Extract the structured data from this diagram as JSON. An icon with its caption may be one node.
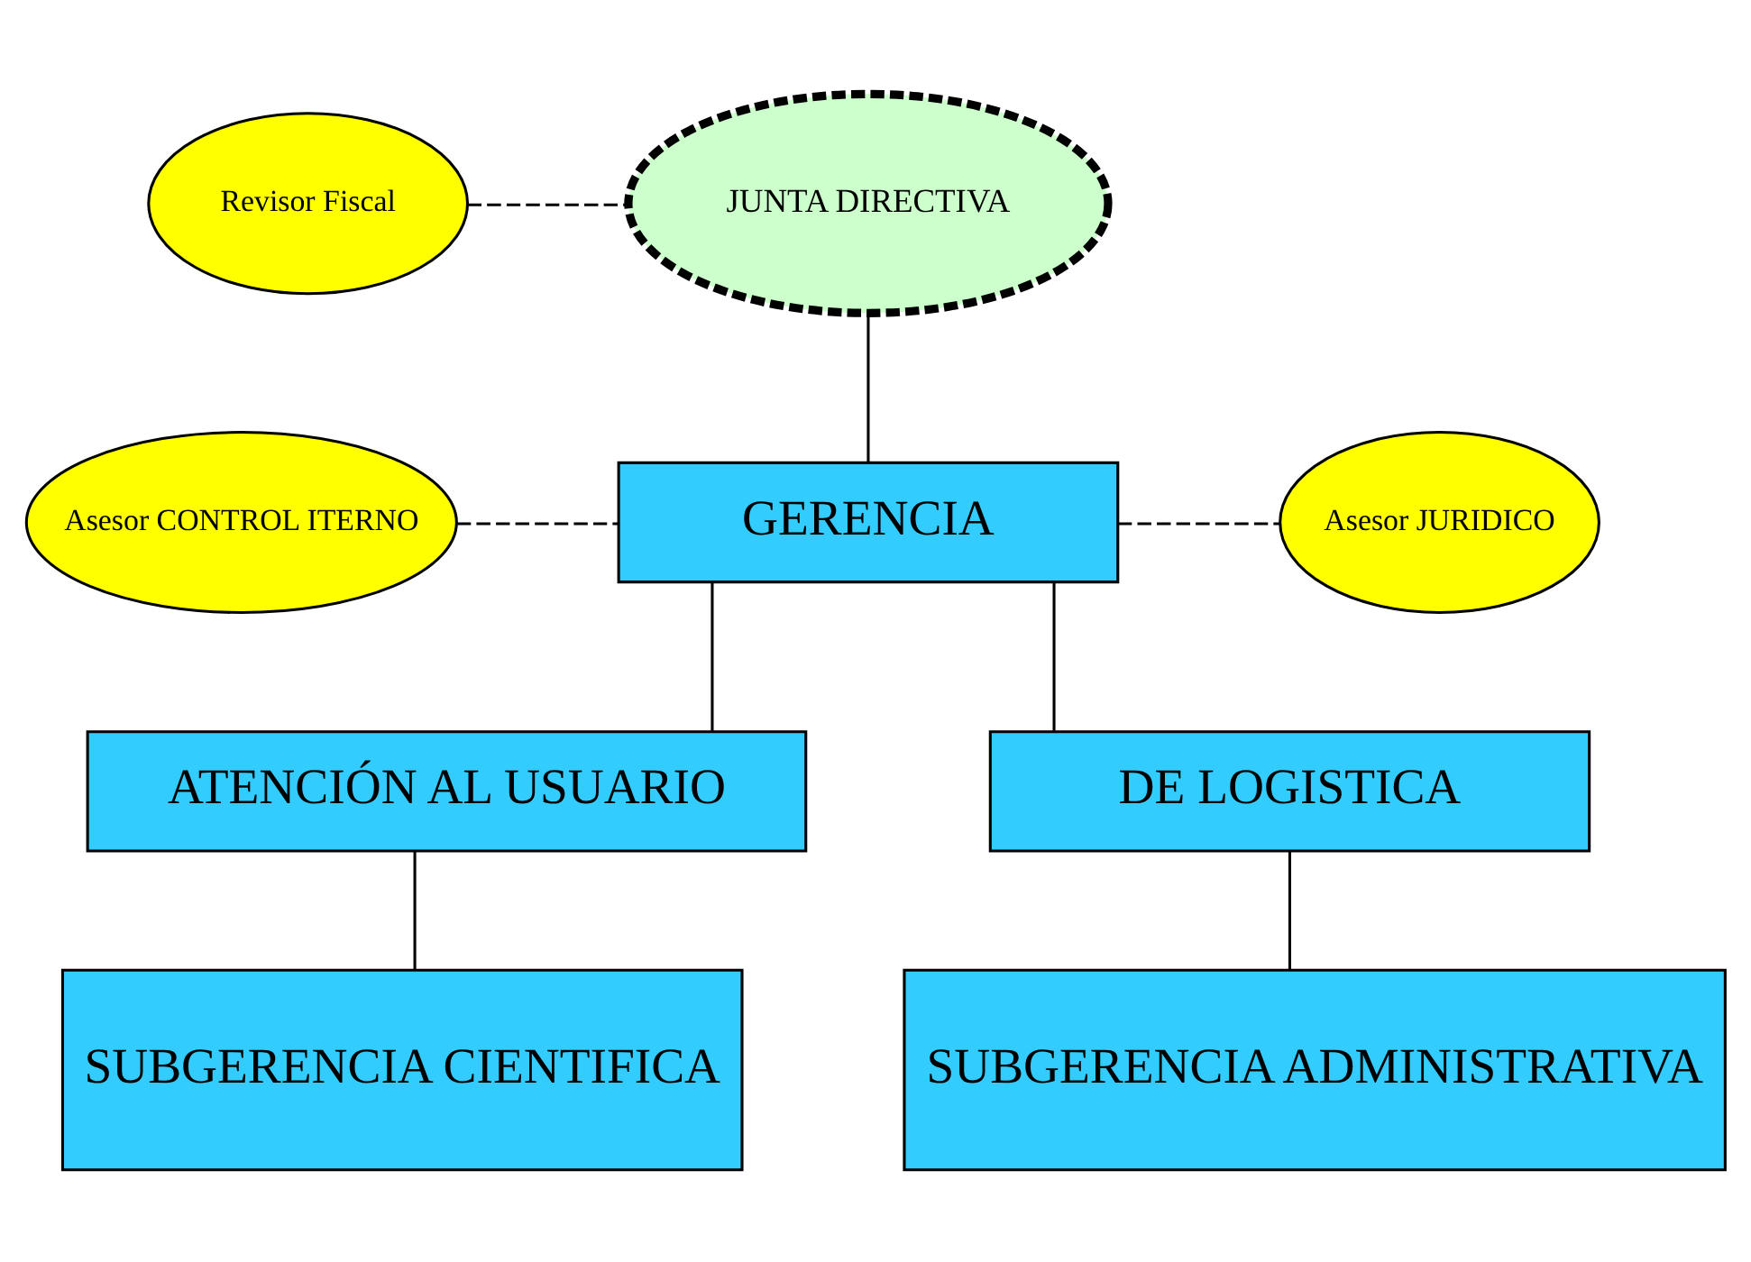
{
  "diagram": {
    "nodes": [
      {
        "text": [
          "JUNTA DIRECTIVA"
        ]
      },
      {
        "text": [
          "Revisor Fiscal"
        ]
      },
      {
        "text": [
          "GERENCIA"
        ]
      },
      {
        "text": [
          "Asesor CONTROL ITERNO"
        ]
      },
      {
        "text": [
          "Asesor JURIDICO"
        ]
      },
      {
        "text": [
          "ATENCIÓN AL USUARIO"
        ]
      },
      {
        "text": [
          "DE LOGISTICA"
        ]
      },
      {
        "text": [
          "SUBGERENCIA CIENTIFICA"
        ]
      },
      {
        "text": [
          "SUBGERENCIA ADMINISTRATIVA"
        ]
      }
    ],
    "edges": [
      {
        "from": 1,
        "to": 0,
        "arrow": "none",
        "style": "dashed"
      },
      {
        "from": 0,
        "to": 2,
        "arrow": "none"
      },
      {
        "from": 3,
        "to": 2,
        "arrow": "none",
        "style": "dashed"
      },
      {
        "from": 2,
        "to": 4,
        "arrow": "none",
        "style": "dashed"
      },
      {
        "from": 2,
        "to": 5,
        "arrow": "none"
      },
      {
        "from": 2,
        "to": 6,
        "arrow": "none"
      },
      {
        "from": 5,
        "to": 7,
        "arrow": "none"
      },
      {
        "from": 6,
        "to": 8,
        "arrow": "none"
      }
    ]
  }
}
